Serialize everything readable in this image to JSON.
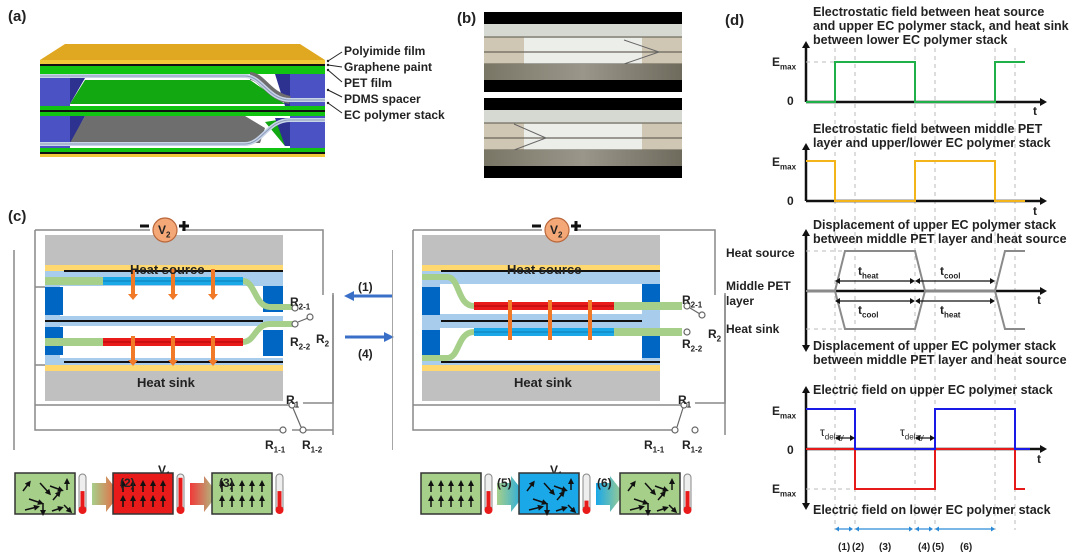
{
  "panels": {
    "a": {
      "label": "(a)",
      "layers": [
        "Polyimide film",
        "Graphene paint",
        "PET film",
        "PDMS spacer",
        "EC polymer stack"
      ],
      "colors": {
        "polyimide": "#e0a820",
        "graphene": "#111111",
        "ec_polymer": "#11c411",
        "pdms": "#4a52c4",
        "pet": "#c8d4e8",
        "gap": "#6e6e6e"
      }
    },
    "b": {
      "label": "(b)",
      "photos": [
        "photo-state-top-stack-displaced",
        "photo-state-bottom-stack-displaced"
      ]
    },
    "c": {
      "label": "(c)",
      "heat_source": "Heat source",
      "heat_sink": "Heat sink",
      "v1": "V",
      "v1_sub": "1",
      "v2": "V",
      "v2_sub": "2",
      "minus": "−",
      "plus": "+",
      "r1": "R",
      "r1_sub": "1",
      "r1_1": "R",
      "r1_1_sub": "1-1",
      "r1_2": "R",
      "r1_2_sub": "1-2",
      "r2": "R",
      "r2_sub": "2",
      "r2_1": "R",
      "r2_1_sub": "2-1",
      "r2_2": "R",
      "r2_2_sub": "2-2",
      "arrow_left_label": "(1)",
      "arrow_right_label": "(4)",
      "steps_left": [
        "(2)",
        "(3)"
      ],
      "steps_right": [
        "(5)",
        "(6)"
      ],
      "colors": {
        "hot": "#e81a1a",
        "cold": "#1aa8e8",
        "neutral": "#a6cf8a",
        "arrow": "#f07a28",
        "flow": "#3a6fc8"
      }
    },
    "d": {
      "label": "(d)",
      "plots": [
        {
          "title": [
            "Electrostatic field between heat source",
            "and upper EC polymer stack, and heat sink",
            "between lower EC polymer stack"
          ],
          "y_labels": [
            "E",
            "0"
          ],
          "y_label_sub": "max",
          "x_label": "t",
          "color": "#1fb04a"
        },
        {
          "title": [
            "Electrostatic field between middle PET",
            "layer and upper/lower EC polymer stack"
          ],
          "y_labels": [
            "E",
            "0"
          ],
          "y_label_sub": "max",
          "x_label": "t",
          "color": "#f2b418"
        },
        {
          "title_top": "Displacement of upper EC polymer stack",
          "title_top2": "between middle PET layer and heat source",
          "title_bottom": "Displacement of upper EC polymer stack",
          "title_bottom2": "between middle PET layer and heat source",
          "y_labels": [
            "Heat source",
            "Middle PET",
            "layer",
            "Heat sink"
          ],
          "x_label": "t",
          "t_heat": "t",
          "t_heat_sub": "heat",
          "t_cool": "t",
          "t_cool_sub": "cool",
          "color": "#8a8a8a"
        },
        {
          "title_top": "Electric field on upper EC polymer stack",
          "title_bottom": "Electric field on lower EC polymer stack",
          "y_labels": [
            "E",
            "0",
            "E"
          ],
          "y_label_sub": "max",
          "x_label": "t",
          "tau": "τ",
          "tau_sub": "delay",
          "upper_color": "#1a1ae6",
          "lower_color": "#e61a1a"
        }
      ],
      "phases": [
        "(1)",
        "(2)",
        "(3)",
        "(4)",
        "(5)",
        "(6)"
      ]
    }
  }
}
